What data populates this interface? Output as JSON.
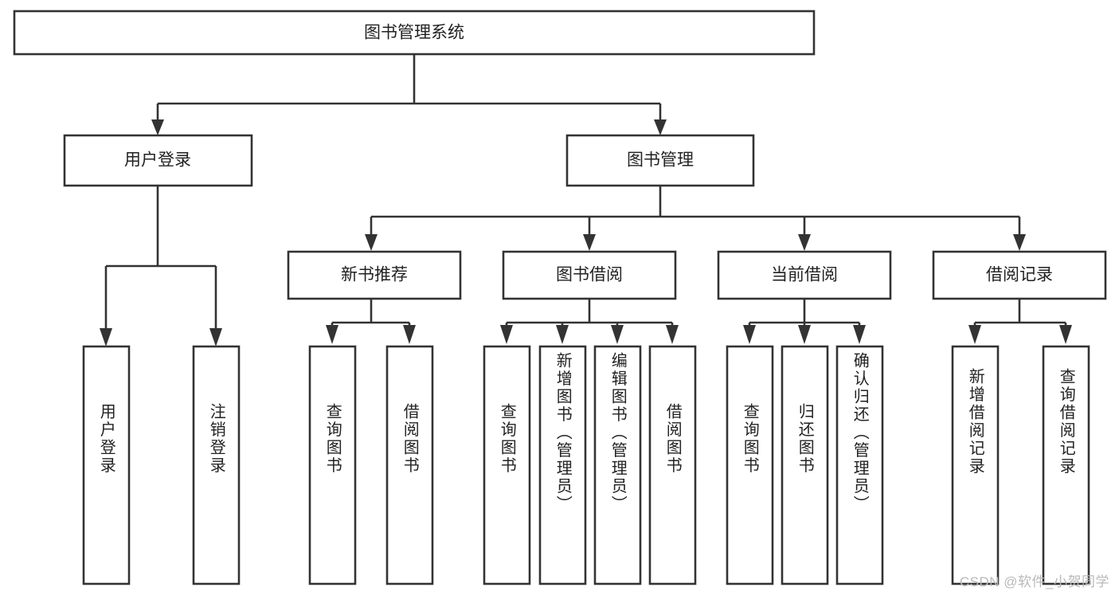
{
  "diagram": {
    "title": "图书管理系统",
    "type": "tree-hierarchy-chart",
    "watermark": "CSDN @软件_小贺同学",
    "colors": {
      "stroke": "#333333",
      "fill": "#ffffff",
      "text": "#222222",
      "watermark": "#b9b9b9"
    },
    "root": {
      "label": "图书管理系统",
      "orientation": "horizontal"
    },
    "level2": [
      {
        "label": "用户登录",
        "orientation": "horizontal"
      },
      {
        "label": "图书管理",
        "orientation": "horizontal"
      }
    ],
    "level3": [
      {
        "label": "新书推荐",
        "orientation": "horizontal"
      },
      {
        "label": "图书借阅",
        "orientation": "horizontal"
      },
      {
        "label": "当前借阅",
        "orientation": "horizontal"
      },
      {
        "label": "借阅记录",
        "orientation": "horizontal"
      }
    ],
    "leaves": {
      "user_login": [
        {
          "label": "用户登录",
          "orientation": "vertical"
        },
        {
          "label": "注销登录",
          "orientation": "vertical"
        }
      ],
      "new_book_recommend": [
        {
          "label": "查询图书",
          "orientation": "vertical"
        },
        {
          "label": "借阅图书",
          "orientation": "vertical"
        }
      ],
      "book_borrow": [
        {
          "label": "查询图书",
          "orientation": "vertical"
        },
        {
          "label": "新增图书（管理员）",
          "orientation": "vertical"
        },
        {
          "label": "编辑图书（管理员）",
          "orientation": "vertical"
        },
        {
          "label": "借阅图书",
          "orientation": "vertical"
        }
      ],
      "current_borrow": [
        {
          "label": "查询图书",
          "orientation": "vertical"
        },
        {
          "label": "归还图书",
          "orientation": "vertical"
        },
        {
          "label": "确认归还（管理员）",
          "orientation": "vertical"
        }
      ],
      "borrow_record": [
        {
          "label": "新增借阅记录",
          "orientation": "vertical"
        },
        {
          "label": "查询借阅记录",
          "orientation": "vertical"
        }
      ]
    }
  }
}
